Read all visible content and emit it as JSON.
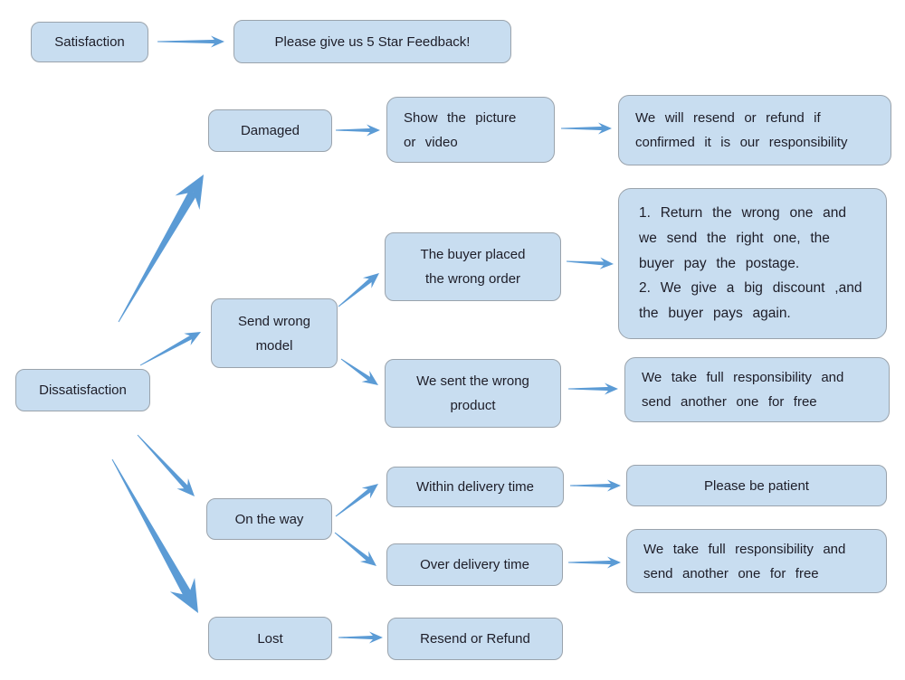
{
  "diagram": {
    "type": "flowchart",
    "colors": {
      "background": "#ffffff",
      "node_fill": "#c8ddf0",
      "node_border": "#9aa3ac",
      "arrow": "#5b9bd5",
      "text": "#1d1d28"
    },
    "nodes": {
      "satisfaction": {
        "label": "Satisfaction"
      },
      "feedback": {
        "label": "Please give us 5 Star Feedback!"
      },
      "damaged": {
        "label": "Damaged"
      },
      "show_picture": {
        "label": "Show the picture\nor video"
      },
      "resend_confirmed": {
        "label": "We will resend or refund if\nconfirmed it is our responsibility"
      },
      "dissatisfaction": {
        "label": "Dissatisfaction"
      },
      "send_wrong_model": {
        "label": "Send wrong\nmodel"
      },
      "buyer_wrong_order": {
        "label": "The buyer placed\nthe wrong order"
      },
      "return_or_discount": {
        "label": "1. Return the wrong one and\nwe send the right one, the\nbuyer pay the postage.\n2. We give a big discount ,and\nthe buyer pays again."
      },
      "sent_wrong_product": {
        "label": "We sent the wrong\nproduct"
      },
      "full_responsibility_1": {
        "label": "We take full responsibility and\nsend another one for free"
      },
      "on_the_way": {
        "label": "On the way"
      },
      "within_delivery": {
        "label": "Within delivery time"
      },
      "over_delivery": {
        "label": "Over delivery time"
      },
      "please_be_patient": {
        "label": "Please be patient"
      },
      "full_responsibility_2": {
        "label": "We take full responsibility and\nsend another one for free"
      },
      "lost": {
        "label": "Lost"
      },
      "resend_or_refund": {
        "label": "Resend or Refund"
      }
    },
    "edges": [
      {
        "from": "satisfaction",
        "to": "feedback"
      },
      {
        "from": "dissatisfaction",
        "to": "damaged"
      },
      {
        "from": "dissatisfaction",
        "to": "send_wrong_model"
      },
      {
        "from": "dissatisfaction",
        "to": "on_the_way"
      },
      {
        "from": "dissatisfaction",
        "to": "lost"
      },
      {
        "from": "damaged",
        "to": "show_picture"
      },
      {
        "from": "show_picture",
        "to": "resend_confirmed"
      },
      {
        "from": "send_wrong_model",
        "to": "buyer_wrong_order"
      },
      {
        "from": "send_wrong_model",
        "to": "sent_wrong_product"
      },
      {
        "from": "buyer_wrong_order",
        "to": "return_or_discount"
      },
      {
        "from": "sent_wrong_product",
        "to": "full_responsibility_1"
      },
      {
        "from": "on_the_way",
        "to": "within_delivery"
      },
      {
        "from": "on_the_way",
        "to": "over_delivery"
      },
      {
        "from": "within_delivery",
        "to": "please_be_patient"
      },
      {
        "from": "over_delivery",
        "to": "full_responsibility_2"
      },
      {
        "from": "lost",
        "to": "resend_or_refund"
      }
    ]
  }
}
